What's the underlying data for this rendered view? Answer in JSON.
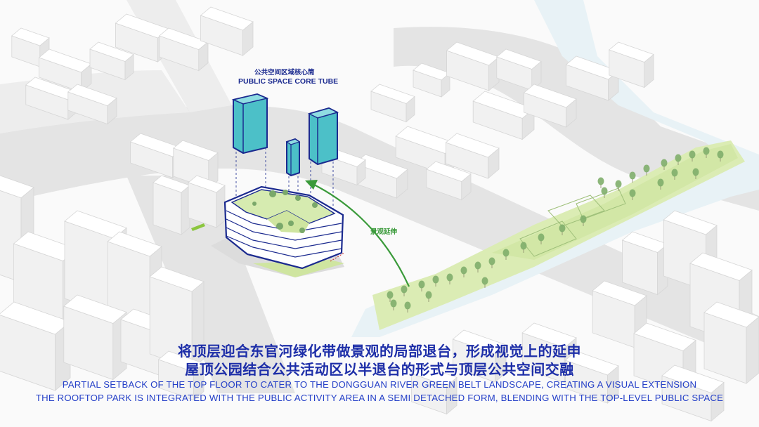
{
  "labels": {
    "core_tube_cn": "公共空间区域核心筒",
    "core_tube_en": "PUBLIC SPACE CORE TUBE",
    "landscape_extension_cn": "景观延伸"
  },
  "captions": {
    "line1_cn": "将顶层迎合东官河绿化带做景观的局部退台，形成视觉上的延申",
    "line2_cn": "屋顶公园结合公共活动区以半退台的形式与顶层公共空间交融",
    "line1_en": "PARTIAL SETBACK OF THE TOP FLOOR TO CATER TO THE DONGGUAN RIVER GREEN BELT LANDSCAPE, CREATING A VISUAL EXTENSION",
    "line2_en": "THE ROOFTOP PARK IS INTEGRATED WITH THE PUBLIC ACTIVITY AREA IN A SEMI DETACHED FORM, BLENDING WITH THE TOP-LEVEL PUBLIC SPACE"
  },
  "colors": {
    "road": "#e6e6e6",
    "ground": "#fafafa",
    "building_top": "#ffffff",
    "building_side": "#ececec",
    "river": "#e9f3f7",
    "green_belt": "#d9ecb2",
    "tree": "#7aa86a",
    "core_tube": "#4cc0c8",
    "outline_blue": "#1b2a8f",
    "arrow_green": "#3a9a3a"
  }
}
